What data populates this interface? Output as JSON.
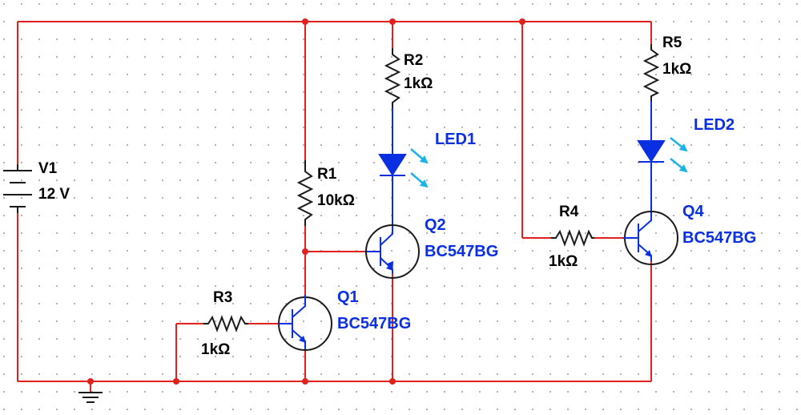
{
  "colors": {
    "wire": "#e0211d",
    "component": "#1a1a1a",
    "part_label": "#0a2fe0",
    "led_arrow": "#19b3e6",
    "grid_dot": "#9a9a9a",
    "background": "#ffffff"
  },
  "components": {
    "v1": {
      "ref": "V1",
      "value": "12 V"
    },
    "r1": {
      "ref": "R1",
      "value": "10kΩ"
    },
    "r2": {
      "ref": "R2",
      "value": "1kΩ"
    },
    "r3": {
      "ref": "R3",
      "value": "1kΩ"
    },
    "r4": {
      "ref": "R4",
      "value": "1kΩ"
    },
    "r5": {
      "ref": "R5",
      "value": "1kΩ"
    },
    "led1": {
      "ref": "LED1"
    },
    "led2": {
      "ref": "LED2"
    },
    "q1": {
      "ref": "Q1",
      "model": "BC547BG"
    },
    "q2": {
      "ref": "Q2",
      "model": "BC547BG"
    },
    "q4": {
      "ref": "Q4",
      "model": "BC547BG"
    }
  }
}
